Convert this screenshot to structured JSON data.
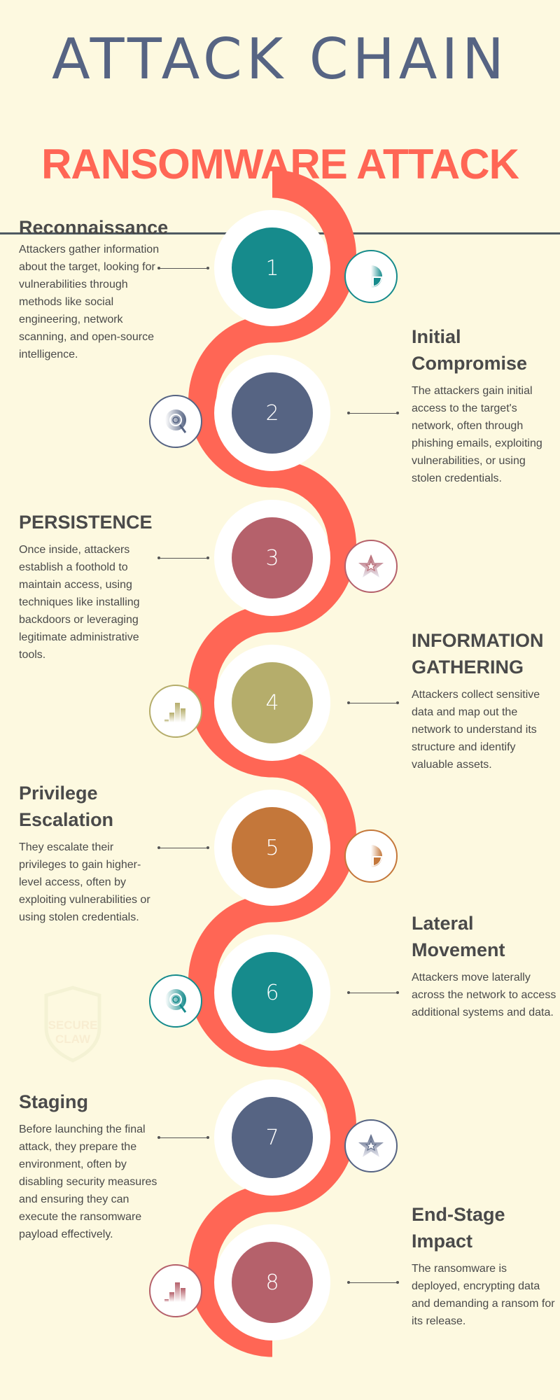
{
  "header": {
    "title": "ATTACK CHAIN",
    "subtitle": "RANSOMWARE ATTACK"
  },
  "colors": {
    "background": "#fdf9e0",
    "accent": "#ff6655",
    "title": "#566483"
  },
  "watermark": {
    "text": [
      "SECURE",
      "CLAW"
    ]
  },
  "steps": [
    {
      "number": "1",
      "title": [
        "Reconnaissance"
      ],
      "body": "Attackers gather information about the target, looking for vulnerabilities through methods like social engineering, network scanning, and open-source intelligence.",
      "color": "#168b8c",
      "icon": "pie-chart-icon"
    },
    {
      "number": "2",
      "title": [
        "Initial",
        "Compromise"
      ],
      "body": "The attackers gain initial access to the target's network, often through phishing emails, exploiting vulnerabilities, or using stolen credentials.",
      "color": "#566483",
      "icon": "target-search-icon"
    },
    {
      "number": "3",
      "title": [
        "PERSISTENCE"
      ],
      "body": "Once inside, attackers establish a foothold to maintain access, using techniques like installing backdoors or leveraging legitimate administrative tools.",
      "color": "#b5616b",
      "icon": "star-icon"
    },
    {
      "number": "4",
      "title": [
        "INFORMATION",
        "GATHERING"
      ],
      "body": "Attackers collect sensitive data and map out the network to understand its structure and identify valuable assets.",
      "color": "#b5ad6b",
      "icon": "bar-chart-icon"
    },
    {
      "number": "5",
      "title": [
        "Privilege",
        "Escalation"
      ],
      "body": "They escalate their privileges to gain higher-level access, often by exploiting vulnerabilities or using stolen credentials.",
      "color": "#c4773a",
      "icon": "pie-chart-icon"
    },
    {
      "number": "6",
      "title": [
        "Lateral",
        "Movement"
      ],
      "body": "Attackers move laterally across the network to access additional systems and data.",
      "color": "#168b8c",
      "icon": "target-search-icon"
    },
    {
      "number": "7",
      "title": [
        "Staging"
      ],
      "body": "Before launching the final attack, they prepare the environment, often by disabling security measures and ensuring they can execute the ransomware payload effectively.",
      "color": "#566483",
      "icon": "star-icon"
    },
    {
      "number": "8",
      "title": [
        "End-Stage",
        "Impact"
      ],
      "body": "The ransomware is deployed, encrypting data and demanding a ransom for its release.",
      "color": "#b5616b",
      "icon": "bar-chart-icon"
    }
  ]
}
